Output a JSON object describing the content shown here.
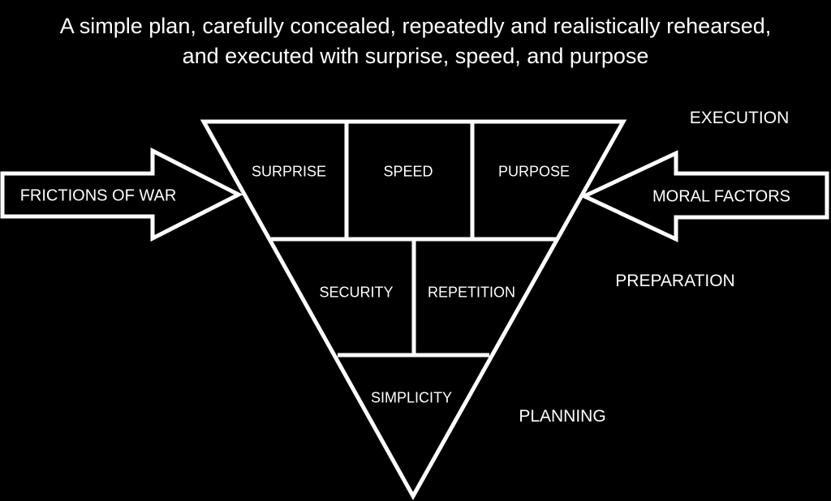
{
  "title": {
    "line1": "A simple plan, carefully concealed, repeatedly and realistically rehearsed,",
    "line2": "and executed with surprise, speed, and purpose"
  },
  "pyramid": {
    "top_row": [
      "SURPRISE",
      "SPEED",
      "PURPOSE"
    ],
    "middle_row": [
      "SECURITY",
      "REPETITION"
    ],
    "bottom_row": [
      "SIMPLICITY"
    ]
  },
  "arrows": {
    "left": "FRICTIONS OF WAR",
    "right": "MORAL FACTORS"
  },
  "phases": {
    "top": "EXECUTION",
    "middle": "PREPARATION",
    "bottom": "PLANNING"
  },
  "colors": {
    "background": "#000000",
    "stroke": "#ffffff",
    "text": "#ffffff"
  }
}
